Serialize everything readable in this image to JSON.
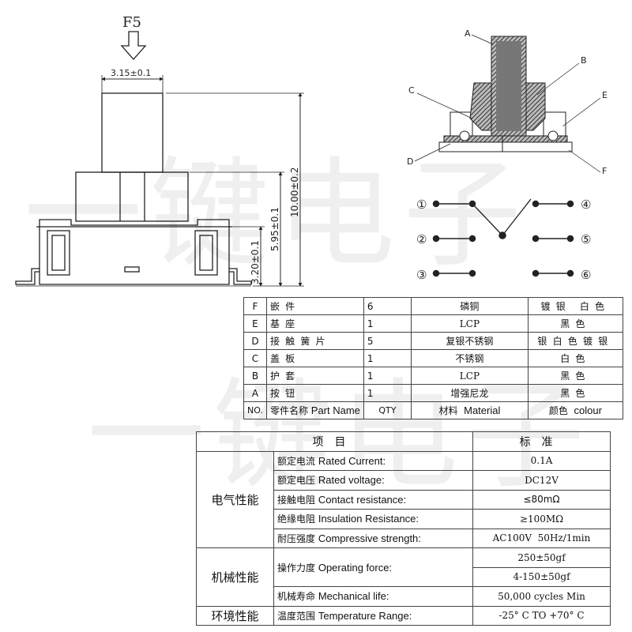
{
  "drawing": {
    "force_label": "F5",
    "width_dim": "3.15±0.1",
    "height_total_dim": "10.00±0.2",
    "height_mid_dim": "5.95±0.1",
    "height_base_dim": "3.20±0.1",
    "callouts": [
      "A",
      "B",
      "C",
      "D",
      "E",
      "F"
    ],
    "pins": [
      "①",
      "②",
      "③",
      "④",
      "⑤",
      "⑥"
    ]
  },
  "watermark": "一键电子",
  "parts": {
    "header": {
      "no": "NO.",
      "part_cn": "零件名称",
      "part_en": "Part Name",
      "qty": "QTY",
      "mat_cn": "材料",
      "mat_en": "Material",
      "col_cn": "颜色",
      "col_en": "colour"
    },
    "rows": [
      {
        "no": "F",
        "name": "嵌件",
        "qty": "6",
        "material": "磷铜",
        "colour": "镀银 白色"
      },
      {
        "no": "E",
        "name": "基座",
        "qty": "1",
        "material": "LCP",
        "colour": "黑色"
      },
      {
        "no": "D",
        "name": "接触簧片",
        "qty": "5",
        "material": "复银不锈钢",
        "colour": "银白色镀银"
      },
      {
        "no": "C",
        "name": "盖板",
        "qty": "1",
        "material": "不锈钢",
        "colour": "白色"
      },
      {
        "no": "B",
        "name": "护套",
        "qty": "1",
        "material": "LCP",
        "colour": "黑色"
      },
      {
        "no": "A",
        "name": "按钮",
        "qty": "1",
        "material": "增强尼龙",
        "colour": "黑色"
      }
    ]
  },
  "specs": {
    "header_item": "项目",
    "header_std": "标准",
    "groups": {
      "electrical": "电气性能",
      "mechanical": "机械性能",
      "environment": "环境性能"
    },
    "rows": [
      {
        "cn": "额定电流",
        "en": "Rated Current:",
        "value": "0.1A"
      },
      {
        "cn": "额定电压",
        "en": "Rated voltage:",
        "value": "DC12V"
      },
      {
        "cn": "接触电阻",
        "en": "Contact resistance:",
        "value": "≤80mΩ"
      },
      {
        "cn": "绝缘电阻",
        "en": "Insulation Resistance:",
        "value": "≥100MΩ"
      },
      {
        "cn": "耐压强度",
        "en": "Compressive strength:",
        "value": "AC100V  50Hz/1min"
      },
      {
        "cn": "操作力度",
        "en": "Operating force:",
        "value": "250±50gf",
        "value2": "4-150±50gf"
      },
      {
        "cn": "机械寿命",
        "en": "Mechanical life:",
        "value": "50,000 cycles Min"
      },
      {
        "cn": "温度范围",
        "en": "Temperature Range:",
        "value": "-25° C TO +70° C"
      }
    ]
  },
  "colors": {
    "line": "#222222",
    "hatch": "#555555"
  }
}
